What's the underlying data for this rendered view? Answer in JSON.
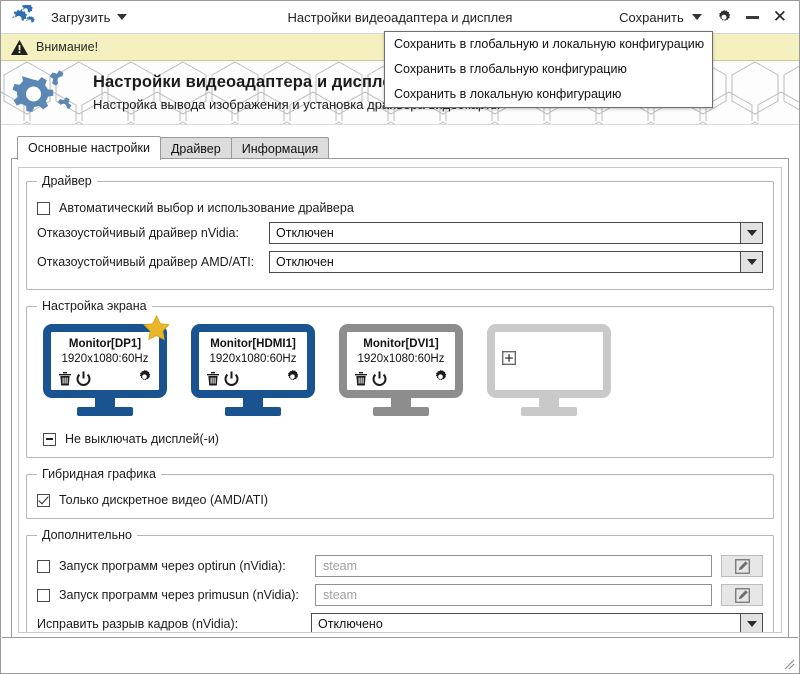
{
  "titlebar": {
    "app_icon": "gears-icon",
    "load_label": "Загрузить",
    "title": "Настройки видеоадаптера и дисплея",
    "save_label": "Сохранить",
    "settings_icon": "gear-icon",
    "minimize_icon": "minimize-icon",
    "close_icon": "close-icon"
  },
  "save_menu": {
    "items": [
      {
        "label": "Сохранить в глобальную и локальную конфигурацию"
      },
      {
        "label": "Сохранить в глобальную конфигурацию"
      },
      {
        "label": "Сохранить в локальную конфигурацию"
      }
    ]
  },
  "warning": {
    "icon": "warning-triangle-icon",
    "text": "Внимание!"
  },
  "banner": {
    "icon": "gears-icon",
    "title": "Настройки видеоадаптера и дисплея",
    "subtitle": "Настройка вывода изображения и установка драйвера видеокарты"
  },
  "tabs": [
    {
      "label": "Основные настройки",
      "active": true
    },
    {
      "label": "Драйвер",
      "active": false
    },
    {
      "label": "Информация",
      "active": false
    }
  ],
  "driver_section": {
    "legend": "Драйвер",
    "auto_checkbox": {
      "label": "Автоматический выбор и использование драйвера",
      "state": "unchecked"
    },
    "nvidia": {
      "label": "Отказоустойчивый драйвер nVidia:",
      "value": "Отключен"
    },
    "amd": {
      "label": "Отказоустойчивый драйвер AMD/ATI:",
      "value": "Отключен"
    }
  },
  "screen_section": {
    "legend": "Настройка экрана",
    "monitors": [
      {
        "name": "Monitor[DP1]",
        "mode": "1920x1080:60Hz",
        "state": "active",
        "primary": true,
        "icons": [
          "trash-icon",
          "power-icon",
          "gear-icon"
        ]
      },
      {
        "name": "Monitor[HDMI1]",
        "mode": "1920x1080:60Hz",
        "state": "active",
        "primary": false,
        "icons": [
          "trash-icon",
          "power-icon",
          "gear-icon"
        ]
      },
      {
        "name": "Monitor[DVI1]",
        "mode": "1920x1080:60Hz",
        "state": "disabled",
        "primary": false,
        "icons": [
          "trash-icon",
          "power-icon",
          "gear-icon"
        ]
      },
      {
        "name": "",
        "mode": "",
        "state": "empty",
        "primary": false,
        "icons": [
          "plus-icon"
        ]
      }
    ],
    "no_sleep": {
      "label": "Не выключать дисплей(-и)",
      "state": "indeterminate"
    }
  },
  "hybrid_section": {
    "legend": "Гибридная графика",
    "discrete_only": {
      "label": "Только дискретное видео (AMD/ATI)",
      "state": "checked"
    }
  },
  "extra_section": {
    "legend": "Дополнительно",
    "optirun": {
      "label": "Запуск программ через optirun (nVidia):",
      "state": "unchecked",
      "placeholder": "steam",
      "value": "",
      "edit_icon": "pencil-icon"
    },
    "primusrun": {
      "label": "Запуск программ через primusun (nVidia):",
      "state": "unchecked",
      "placeholder": "steam",
      "value": "",
      "edit_icon": "pencil-icon"
    },
    "tearfree": {
      "label": "Исправить разрыв кадров (nVidia):",
      "value": "Отключено"
    }
  },
  "colors": {
    "monitor_active": "#1a5490",
    "monitor_disabled": "#8d8d8d",
    "monitor_empty": "#c9c9c9",
    "star": "#e8b82a",
    "warning_bg": "#f5f0c0",
    "logo_blue": "#5b87b5"
  },
  "resize_grip": "resize-grip-icon"
}
